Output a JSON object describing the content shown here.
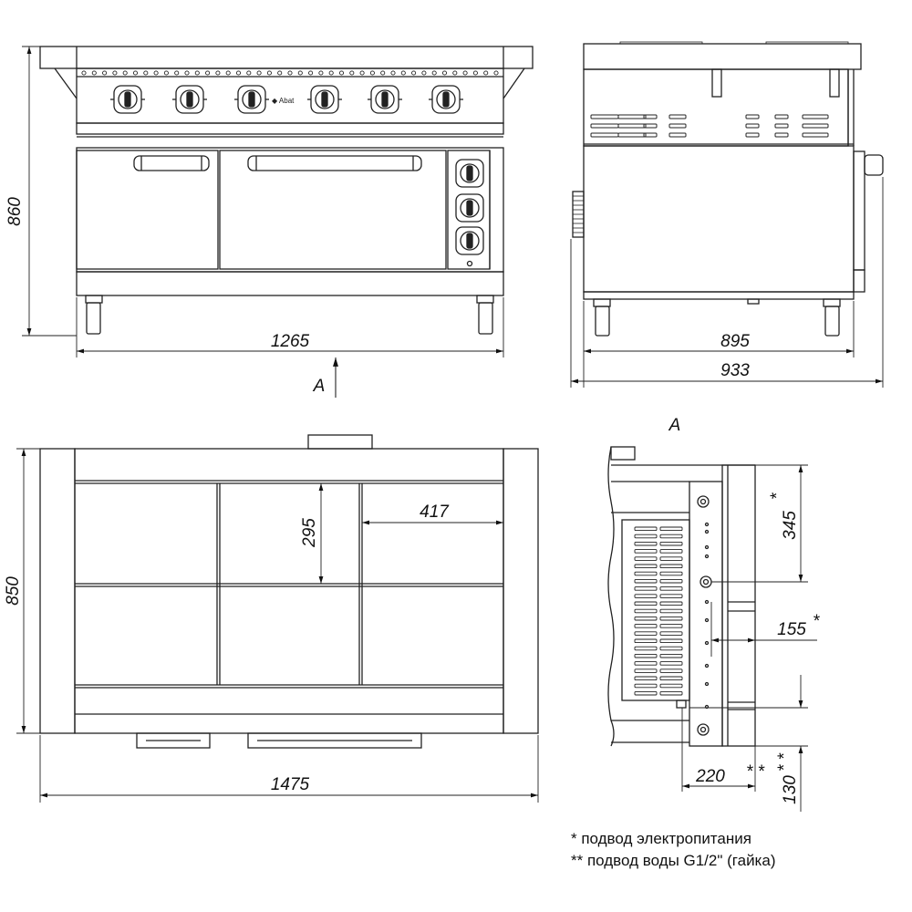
{
  "dimensions": {
    "front_height": "860",
    "front_width": "1265",
    "side_depth": "895",
    "side_total_depth": "933",
    "plan_depth": "850",
    "plan_width": "1475",
    "zone_height": "295",
    "zone_width": "417",
    "detail_power": "345",
    "detail_power_mark": "*",
    "detail_offset": "155",
    "detail_offset_mark": "*",
    "detail_water_x": "220",
    "detail_water_x_mark": "* *",
    "detail_water_y": "130",
    "detail_water_y_mark": "* *"
  },
  "view_labels": {
    "arrow_a": "A",
    "view_a": "A"
  },
  "notes": {
    "power": "* подвод электропитания",
    "water": "** подвод воды G1/2\" (гайка)"
  }
}
